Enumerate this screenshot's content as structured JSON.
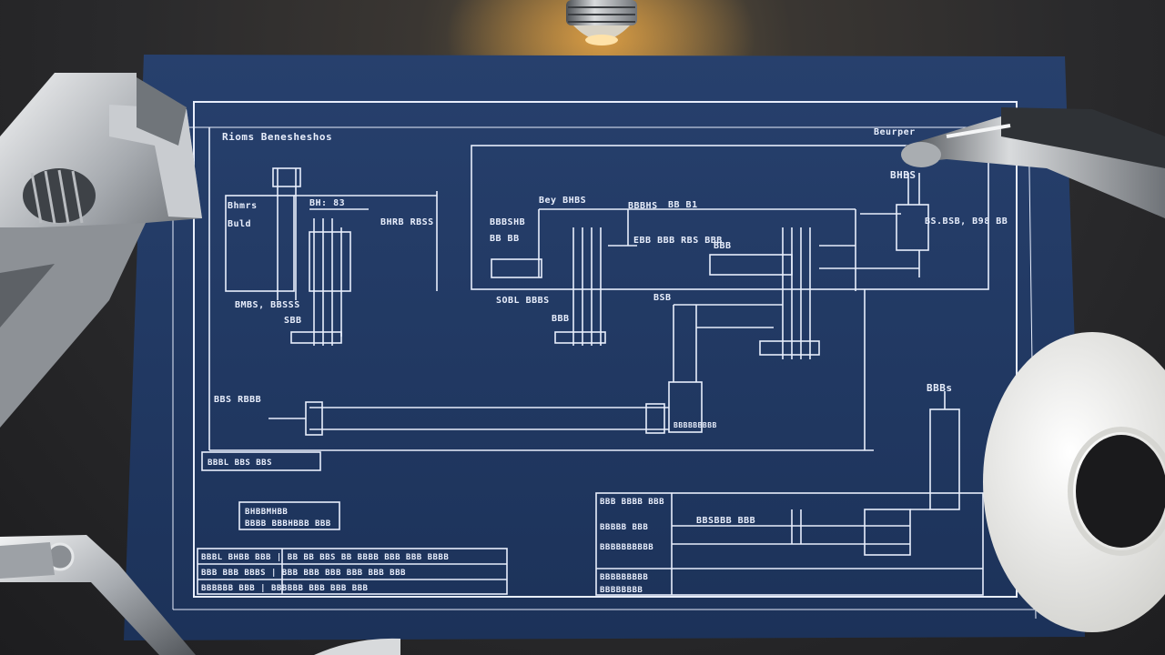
{
  "colors": {
    "paper": "#1f3560",
    "paper_edge": "#182b4f",
    "ink": "#e8eefc",
    "desk": "#26262a",
    "metal_light": "#e6e8ea",
    "metal_dark": "#5d6166",
    "tape": "#f3f3f1",
    "bulb_glow": "#f0a53a"
  },
  "blueprint_labels": {
    "top_left_title": "Rioms Benesheshos",
    "top_right_label": "Beurper",
    "left_tag_1": "Bhmrs",
    "left_tag_2": "Buld",
    "left_tag_3": "BH: 83",
    "left_block_label": "BHRB RBSS",
    "left_sub_1": "BMBS, BBSSS",
    "left_sub_2": "SBB",
    "left_bottom_label": "BBS RBBB",
    "mid_label_1": "Bey BHBS",
    "mid_label_2": "BBBSHB",
    "mid_label_3": "BBBHS",
    "mid_label_4": "BB B1",
    "mid_label_5": "BB BB",
    "mid_center_label": "EBB BBB RBS BBB",
    "mid_sub_label": "SOBL BBBS",
    "mid_small_label": "BBB",
    "right_tag_1": "BHBS",
    "right_tag_2": "BS.BSB, B98 BB",
    "right_small_1": "BBB",
    "right_small_2": "BSB",
    "pipe_left_label": "BBBL BBS BBS",
    "pipe_bottom_label": "BBBBBBBBB",
    "bottom_right_head": "BBSBBB BBB",
    "far_right_label": "BBBs",
    "box_mid_1": "BHBBMHBB",
    "box_mid_2": "BBBB BBBHBBB BBB",
    "table_left_row_1": "BBBL BHBB BBB | BB BB BBS BB BBBB BBB BBB BBBB",
    "table_left_row_2": "BBB BBB BBBS | BBB BBB BBB BBB BBB BBB",
    "table_left_row_3": "BBBBBB BBB | BBBBBB BBB BBB BBB",
    "table_right_1": "BBB BBBB BBB",
    "table_right_2": "BBBBB BBB",
    "table_right_3": "BBBBBBBBBB",
    "table_right_4": "BBBBBBBBB",
    "table_right_5": "BBBBBBBB"
  }
}
